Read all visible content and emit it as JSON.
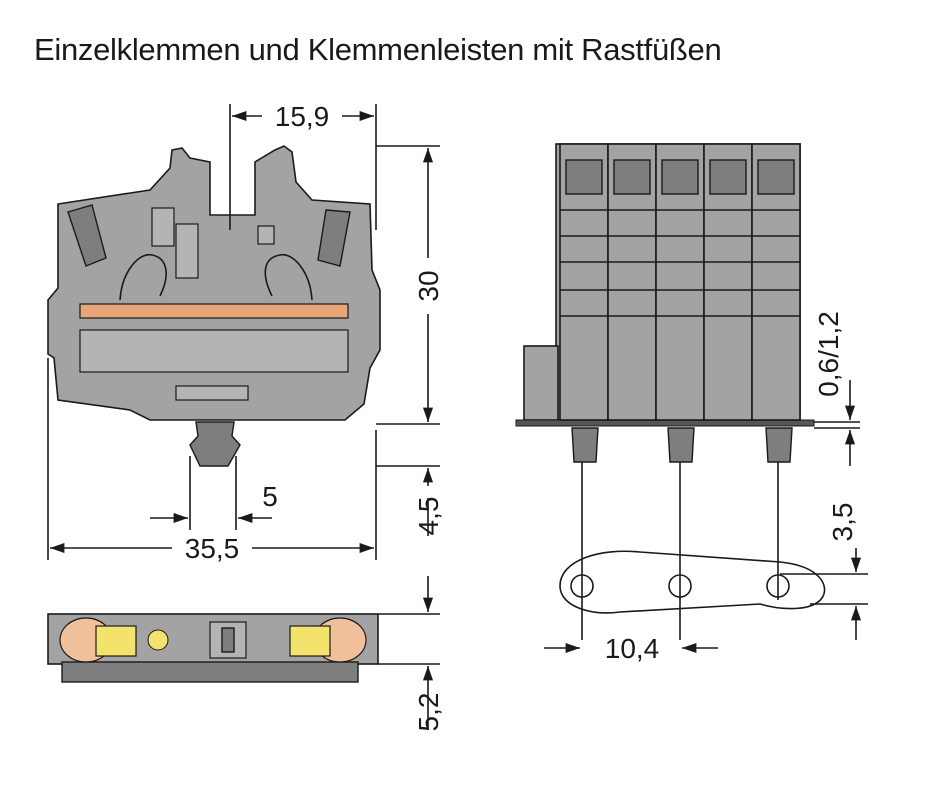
{
  "title": "Einzelklemmen und Klemmenleisten mit Rastfüßen",
  "dimensions": {
    "width_top": "15,9",
    "height": "30",
    "overall_width": "35,5",
    "foot_width": "5",
    "foot_height": "4,5",
    "bottom_height": "5,2",
    "plate_thickness": "0,6/1,2",
    "hole_offset": "3,5",
    "hole_pitch": "10,4"
  },
  "colors": {
    "housing": "#a3a3a3",
    "housing_dark": "#7e7e7e",
    "busbar": "#e8a67a",
    "spring_yellow": "#f3e26c",
    "clamp_peach": "#f0c09a"
  }
}
